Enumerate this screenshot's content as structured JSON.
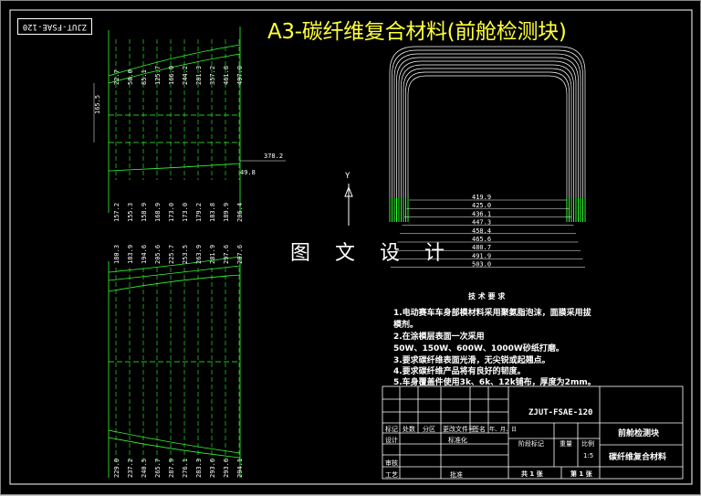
{
  "title": "A3-碳纤维复合材料(前舱检测块)",
  "drawing_code": "ZJUT-FSAE-120",
  "watermark": "图 文 设 计",
  "axis": {
    "y_label": "Y"
  },
  "top_view": {
    "dims_top": [
      "22.7",
      "50.0",
      "85.1",
      "125.7",
      "166.0",
      "244.2",
      "281.3",
      "357.2",
      "461.8",
      "497.0"
    ],
    "dims_bottom": [
      "157.2",
      "155.3",
      "158.9",
      "168.9",
      "173.0",
      "173.0",
      "179.2",
      "183.8",
      "189.9",
      "206.4"
    ],
    "left_dim": "165.5",
    "right_dim": "378.2",
    "small_dim": "49.8"
  },
  "bottom_view": {
    "dims_top": [
      "180.3",
      "183.9",
      "194.6",
      "205.6",
      "225.7",
      "253.5",
      "263.9",
      "281.9",
      "297.6",
      "287.6"
    ],
    "dims_bottom": [
      "229.0",
      "237.2",
      "240.5",
      "265.7",
      "287.9",
      "276.1",
      "283.3",
      "293.6",
      "293.6",
      "294.1"
    ]
  },
  "frame_section": {
    "widths": [
      "419.9",
      "425.0",
      "436.1",
      "447.3",
      "458.4",
      "465.6",
      "480.7",
      "491.9",
      "503.0"
    ]
  },
  "tech_notes": {
    "heading": "技 术 要 求",
    "lines": [
      "1.电动赛车车身部模材料采用聚氨脂泡沫，面膜采用拔",
      "   模剂。",
      "2.在涂模层表面一次采用",
      "50W、150W、600W、1000W砂纸打磨。",
      "3.要求碳纤维表面光滑，无尖锐或起翘点。",
      "4.要求碳纤维产品将有良好的韧度。",
      "5.车身覆盖件使用3k、6k、12k铺布，厚度为2mm。"
    ]
  },
  "title_block": {
    "drawing_no": "ZJUT-FSAE-120",
    "part_name": "前舱检测块",
    "material": "碳纤维复合材料",
    "row_labels": [
      "标记",
      "处数",
      "分区",
      "更改文件号",
      "签名",
      "年、月、日"
    ],
    "design": "设计",
    "standard": "标准化",
    "stage": "阶段标记",
    "weight": "重量",
    "scale": "比例",
    "scale_value": "1:5",
    "review": "审核",
    "process": "工艺",
    "approve": "批准",
    "sheets": "共 1 张",
    "sheet": "第 1 张"
  }
}
